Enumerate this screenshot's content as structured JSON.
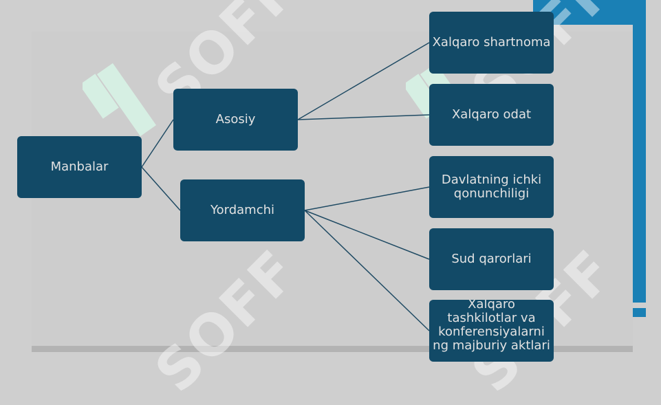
{
  "diagram": {
    "root": {
      "label": "Manbalar"
    },
    "branches": [
      {
        "label": "Asosiy",
        "children": [
          "Xalqaro shartnoma",
          "Xalqaro odat"
        ]
      },
      {
        "label": "Yordamchi",
        "children": [
          "Davlatning ichki qonunchiligi",
          "Sud qarorlari",
          "Xalqaro tashkilotlar va konferensiyalarni ng majburiy aktlari"
        ]
      }
    ]
  },
  "watermark": {
    "text": "SOFF"
  },
  "colors": {
    "node_fill": "#124a67",
    "node_text": "#e2e2e2",
    "connector": "#1f4a63",
    "accent": "#1a80b5",
    "background": "#cfcfcf",
    "watermark_mark": "#d8f3e6"
  }
}
